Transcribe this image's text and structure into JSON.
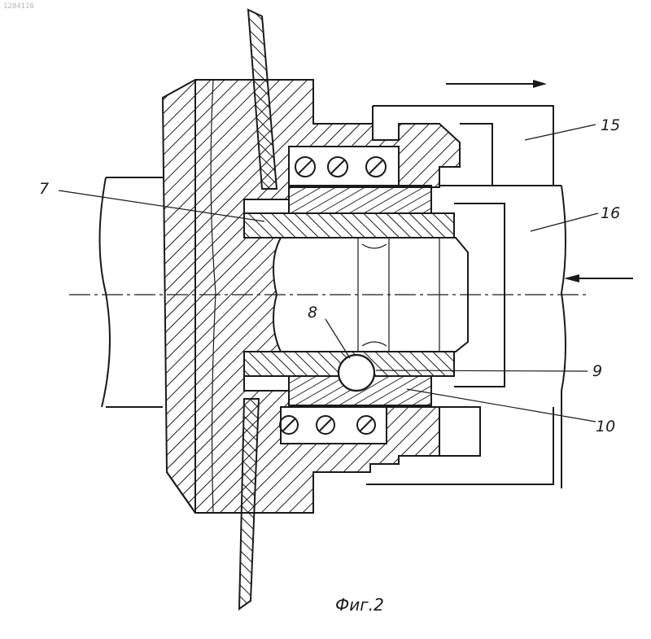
{
  "document_number": "1284116",
  "labels": {
    "part_7": "7",
    "part_8": "8",
    "part_9": "9",
    "part_10": "10",
    "part_15": "15",
    "part_16": "16"
  },
  "caption": "Фиг.2",
  "colors": {
    "ink": "#1a1a1a",
    "paper": "#ffffff"
  }
}
